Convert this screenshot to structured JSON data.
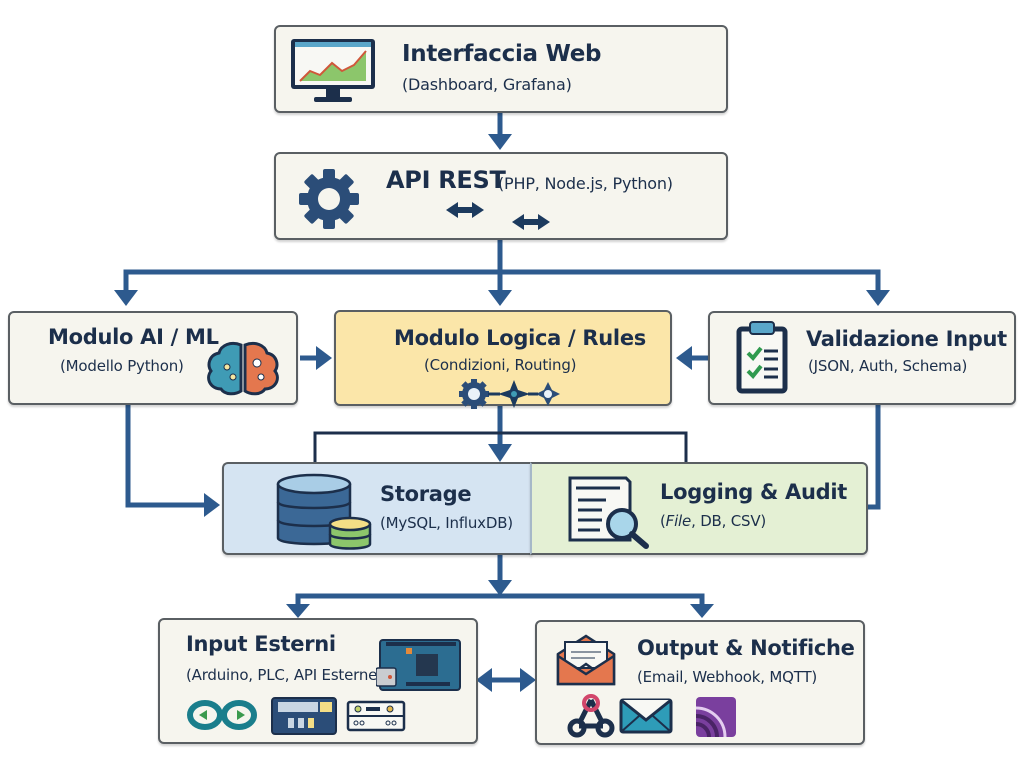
{
  "diagram": {
    "nodes": {
      "web": {
        "title": "Interfaccia Web",
        "subtitle": "(Dashboard, Grafana)",
        "icon": "monitor-chart-icon"
      },
      "api": {
        "title": "API REST",
        "subtitle": "(PHP, Node.js, Python)",
        "icon": "gear-icon"
      },
      "ai": {
        "title": "Modulo AI / ML",
        "subtitle": "(Modello Python)",
        "icon": "brain-icon"
      },
      "logic": {
        "title": "Modulo Logica / Rules",
        "subtitle": "(Condizioni, Routing)",
        "icon": "rules-nodes-icon"
      },
      "validation": {
        "title": "Validazione Input",
        "subtitle": "(JSON, Auth, Schema)",
        "icon": "clipboard-check-icon"
      },
      "storage": {
        "title": "Storage",
        "subtitle": "(MySQL, InfluxDB)",
        "icon": "database-icon"
      },
      "logging": {
        "title": "Logging & Audit",
        "subtitle_italic": "File",
        "subtitle_rest": ", DB, CSV)",
        "subtitle_open": "(",
        "icon": "document-search-icon"
      },
      "input": {
        "title": "Input Esterni",
        "subtitle": "(Arduino, PLC, API Esterne)",
        "icons": [
          "arduino-board-icon",
          "arduino-logo-icon",
          "plc-icon",
          "device-module-icon"
        ]
      },
      "output": {
        "title": "Output & Notifiche",
        "subtitle": "(Email, Webhook, MQTT)",
        "icons": [
          "open-envelope-icon",
          "webhook-icon",
          "email-icon",
          "mqtt-icon"
        ]
      }
    },
    "colors": {
      "arrow": "#2d5a8e",
      "box_border": "#5a5f63",
      "box_fill": "#f6f5ee",
      "logic_fill": "#fbe6a9",
      "storage_fill": "#d5e4f2",
      "logging_fill": "#e4f0d4",
      "text": "#1c2f4b"
    },
    "edges": [
      {
        "from": "web",
        "to": "api"
      },
      {
        "from": "api",
        "to": "ai"
      },
      {
        "from": "api",
        "to": "logic"
      },
      {
        "from": "api",
        "to": "validation"
      },
      {
        "from": "ai",
        "to": "logic"
      },
      {
        "from": "validation",
        "to": "logic"
      },
      {
        "from": "ai",
        "to": "storage"
      },
      {
        "from": "logic",
        "to": "storage"
      },
      {
        "from": "validation",
        "to": "logging"
      },
      {
        "from": "storage",
        "to": "input"
      },
      {
        "from": "storage",
        "to": "output"
      },
      {
        "from": "input",
        "to": "output",
        "bidirectional": true
      }
    ]
  }
}
